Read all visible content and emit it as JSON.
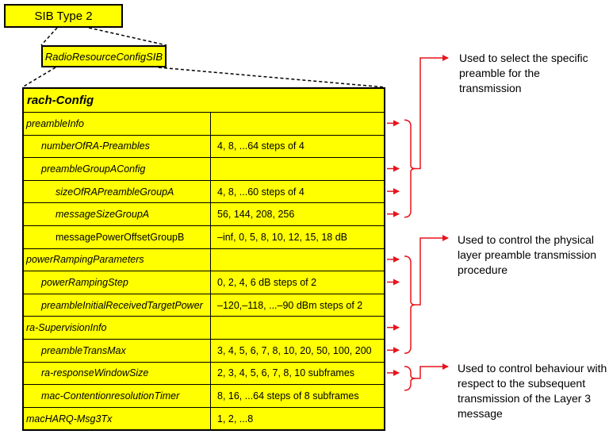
{
  "sib_title": "SIB Type 2",
  "rrc_title": "RadioResourceConfigSIB",
  "table": {
    "header": "rach-Config",
    "rows": [
      {
        "name": "preambleInfo",
        "value": "",
        "level": 0,
        "italic": true
      },
      {
        "name": "numberOfRA-Preambles",
        "value": "4, 8, ...64 steps of 4",
        "level": 1,
        "italic": true
      },
      {
        "name": "preambleGroupAConfig",
        "value": "",
        "level": 1,
        "italic": true
      },
      {
        "name": "sizeOfRAPreambleGroupA",
        "value": "4, 8, ...60 steps of 4",
        "level": 2,
        "italic": true
      },
      {
        "name": "messageSizeGroupA",
        "value": "56, 144, 208, 256",
        "level": 2,
        "italic": true
      },
      {
        "name": "messagePowerOffsetGroupB",
        "value": "–inf, 0, 5, 8, 10, 12, 15, 18 dB",
        "level": 2,
        "italic": false
      },
      {
        "name": "powerRampingParameters",
        "value": "",
        "level": 0,
        "italic": true
      },
      {
        "name": "powerRampingStep",
        "value": "0, 2, 4, 6 dB steps of 2",
        "level": 1,
        "italic": true
      },
      {
        "name": "preambleInitialReceivedTargetPower",
        "value": "–120,–118, ...–90 dBm steps of 2",
        "level": 1,
        "italic": true
      },
      {
        "name": "ra-SupervisionInfo",
        "value": "",
        "level": 0,
        "italic": true
      },
      {
        "name": "preambleTransMax",
        "value": "3, 4, 5, 6, 7, 8, 10, 20, 50, 100, 200",
        "level": 1,
        "italic": true
      },
      {
        "name": "ra-responseWindowSize",
        "value": "2, 3, 4, 5, 6, 7, 8, 10 subframes",
        "level": 1,
        "italic": true
      },
      {
        "name": "mac-ContentionresolutionTimer",
        "value": "8, 16, ...64 steps of 8 subframes",
        "level": 1,
        "italic": true
      },
      {
        "name": "macHARQ-Msg3Tx",
        "value": "1, 2, ...8",
        "level": 0,
        "italic": true
      }
    ]
  },
  "notes": {
    "note1": "Used to select the specific preamble for the transmission",
    "note2": "Used to control the physical layer preamble transmission procedure",
    "note3": "Used to control behaviour with respect to the subsequent transmission of the Layer 3 message"
  },
  "colors": {
    "box_fill": "#ffff00",
    "arrow": "#e8141c"
  }
}
